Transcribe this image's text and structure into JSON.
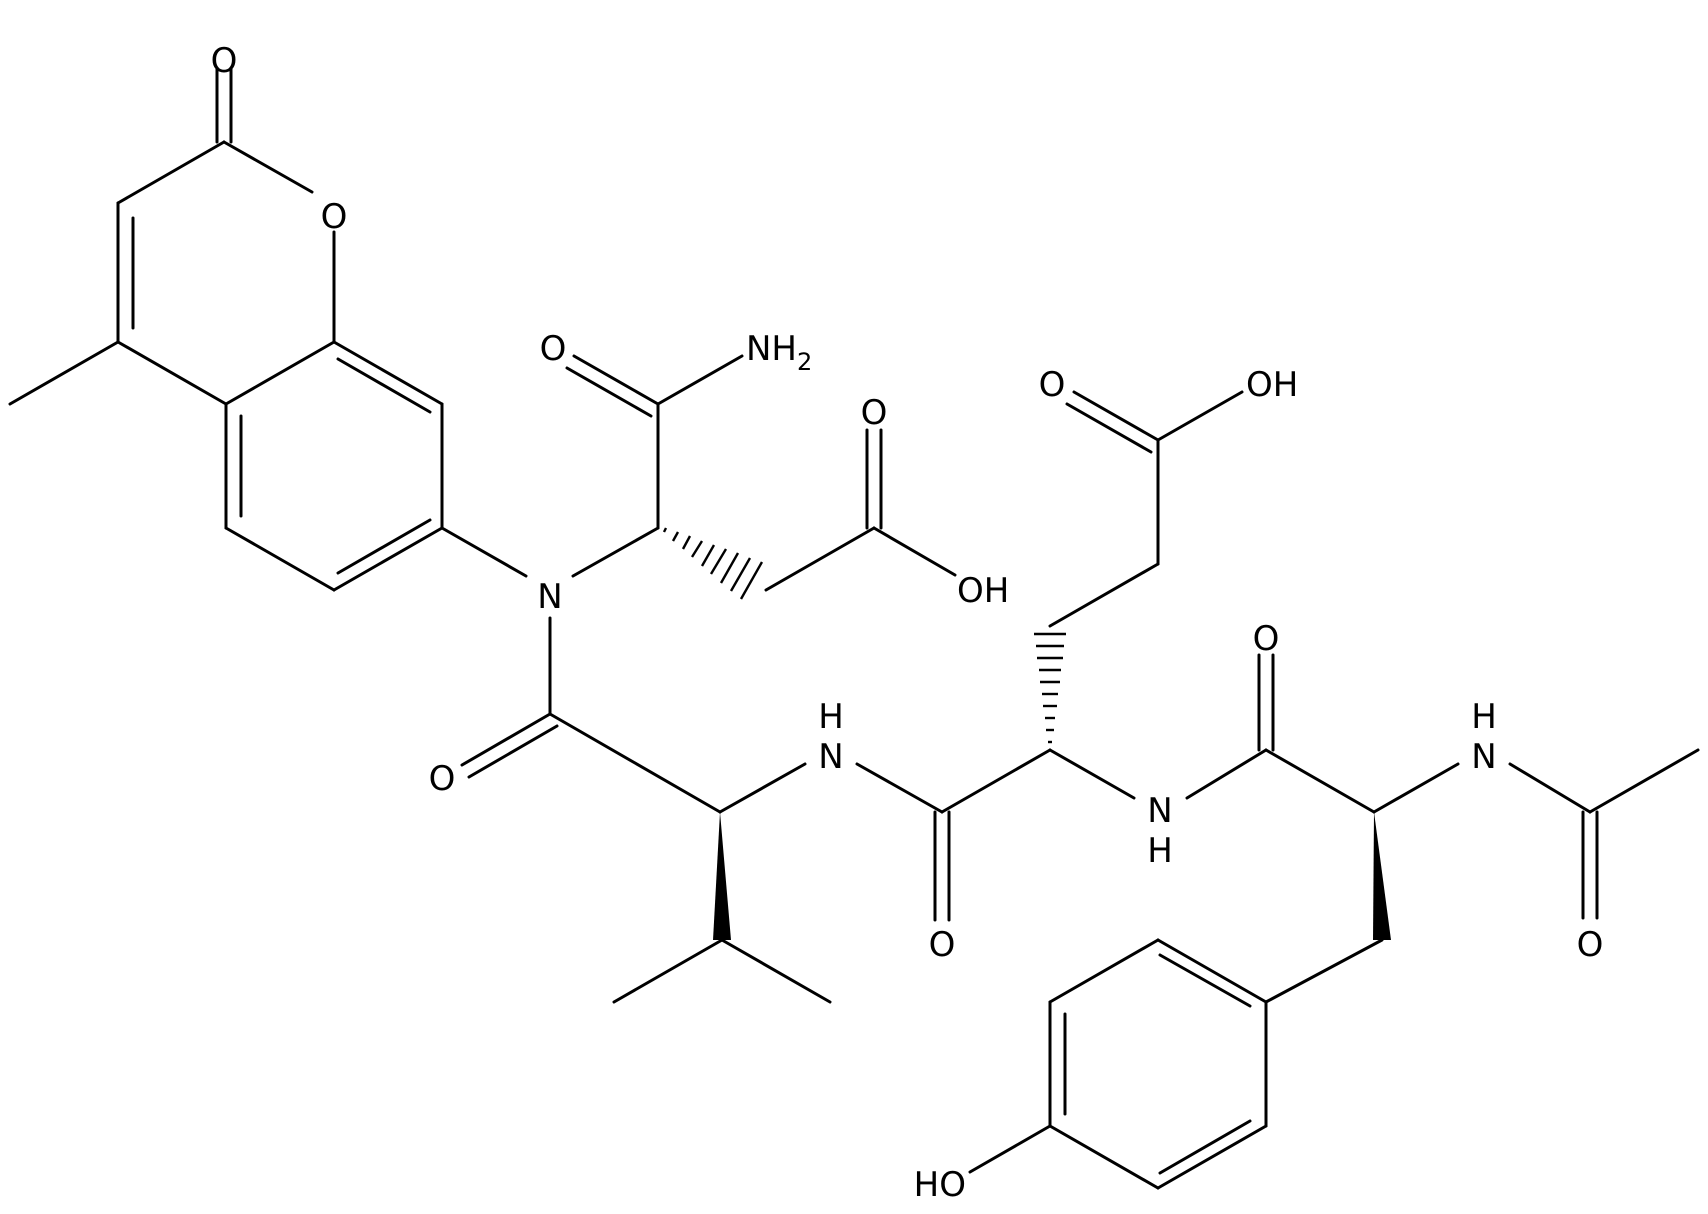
{
  "labels": {
    "o_lactone_carbonyl": "O",
    "o_ring": "O",
    "n_tertiary": "N",
    "o_amide_top": "O",
    "nh2": "NH",
    "nh2_subscript": "2",
    "o_asp_acid": "O",
    "oh_asp_acid": "OH",
    "o_glu_acid": "O",
    "oh_glu_acid": "OH",
    "o_val_carbonyl": "O",
    "h_nh_val": "H",
    "n_nh_val": "N",
    "o_glu_carbonyl": "O",
    "n_nh_glu": "N",
    "h_nh_glu": "H",
    "o_tyr_carbonyl": "O",
    "h_nh_tyr": "H",
    "n_nh_tyr": "N",
    "o_acetyl": "O",
    "ho_phenol": "HO"
  },
  "colors": {
    "bond": "#000000",
    "background": "#ffffff"
  }
}
